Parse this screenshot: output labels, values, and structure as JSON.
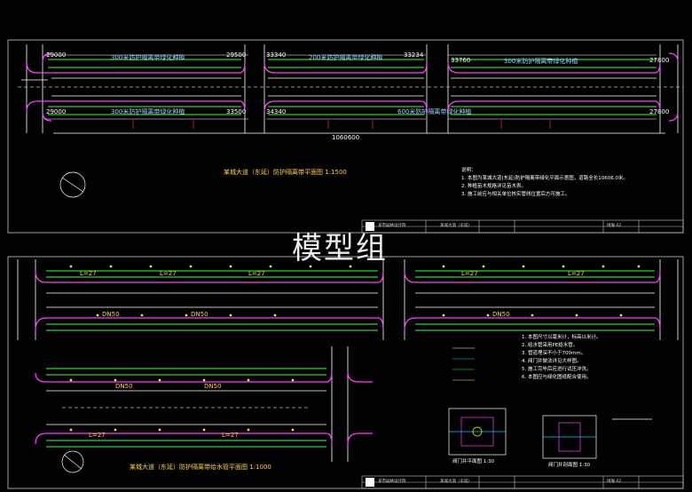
{
  "top_plan": {
    "dims": [
      "29000",
      "29500",
      "33340",
      "33234",
      "33760",
      "27800",
      "29000",
      "33500",
      "34340",
      "27800",
      "1060600"
    ],
    "lanes": [
      "300米防护隔离带绿化种植",
      "200米防护隔离带绿化种植",
      "300米防护隔离带绿化种植",
      "300米防护隔离带绿化种植",
      "600米防护隔离带绿化种植"
    ],
    "title": "某城大道（东延）防护隔离带平面图 1:1500",
    "notes": [
      "说明：",
      "1. 本图为某城大道(东延)防护隔离带绿化平面示意图，道路全长10606.0米。",
      "2. 种植苗木规格详见苗木表。",
      "3. 施工前应与相关单位核实管线位置后方可施工。"
    ]
  },
  "bottom_plan": {
    "title": "某城大道（东延）防护隔离带给水管平面图 1:1000",
    "label_l27": "L=27",
    "label_dn": "DN50",
    "notes": [
      "1. 本图尺寸以毫米计，标高以米计。",
      "2. 给水管采用PE给水管。",
      "3. 管道埋深不小于700mm。",
      "4. 阀门井做法详见大样图。",
      "5. 施工完毕后应进行试压冲洗。",
      "6. 本图应与绿化图纸配合使用。"
    ],
    "detail1": "阀门井平面图 1:30",
    "detail2": "阀门井剖面图 1:30"
  },
  "watermark": "模型组",
  "title_block": {
    "company": "某市园林设计院",
    "project": "某城大道（东延）",
    "drawing_no": "绿施-02"
  }
}
